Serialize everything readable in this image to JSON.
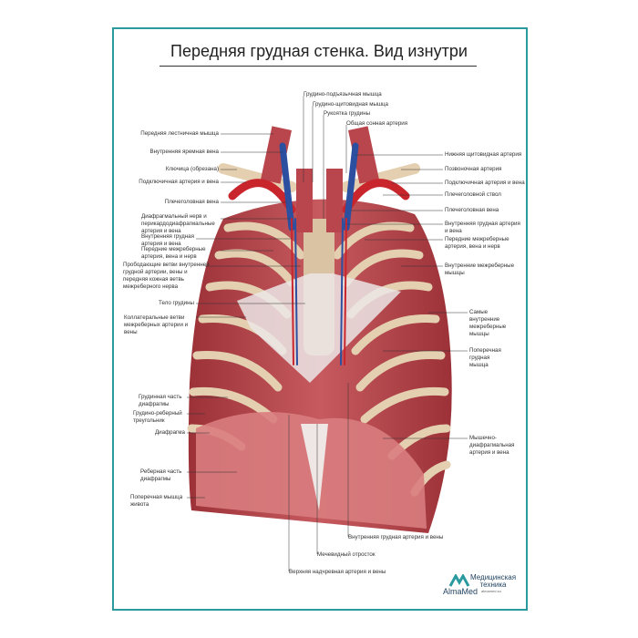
{
  "title": "Передняя грудная стенка. Вид изнутри",
  "labels_left": [
    "Передняя лестничная мышца",
    "Внутренняя яремная вена",
    "Ключица (обрезана)",
    "Подключичная артерия и вена",
    "Плечеголовная вена",
    "Диафрагмальный нерв и\nперикардодиафрагмальные\nартерия и вена",
    "Внутренняя грудная\nартерия и вена",
    "Передние межреберные\nартерия, вена и нерв",
    "Прободающие ветви внутренней\nгрудной артерии, вены и\nпередняя кожная ветвь\nмежреберного нерва",
    "Тело грудины",
    "Коллатеральные ветви\nмежреберных артерии и\nвены",
    "Грудинная часть\nдиафрагмы",
    "Грудино-реберный\nтреугольник",
    "Диафрагма",
    "Реберная часть\nдиафрагмы",
    "Поперечная мышца\nживота"
  ],
  "labels_top": [
    "Грудино-подъязычная мышца",
    "Грудино-щитовидная мышца",
    "Рукоятка грудины",
    "Общая сонная артерия"
  ],
  "labels_right": [
    "Нижняя щитовидная артерия",
    "Позвоночная артерия",
    "Подключичная артерия и вена",
    "Плечеголовной ствол",
    "Плечеголовная вена",
    "Внутренняя грудная артерия\nи вена",
    "Передние межреберные\nартерия, вена и нерв",
    "Внутренние межреберные\nмышцы",
    "Самые\nвнутренние\nмежреберные\nмышцы",
    "Поперечная\nгрудная\nмышца",
    "Мышечно-\nдиафрагмальная\nартерия и вена"
  ],
  "labels_bottom": [
    "Внутренняя грудная артерия и вены",
    "Мечевидный отросток",
    "Верхняя надчревная артерия и вены"
  ],
  "logo": {
    "brand": "AlmaMed",
    "tagline": "Медицинская\nтехника",
    "site": "almamed.su"
  },
  "colors": {
    "frame": "#2a9a9e",
    "muscle": "#b5434a",
    "bone": "#e6d3b3",
    "vein": "#2d4fa0",
    "artery": "#c9252c"
  }
}
